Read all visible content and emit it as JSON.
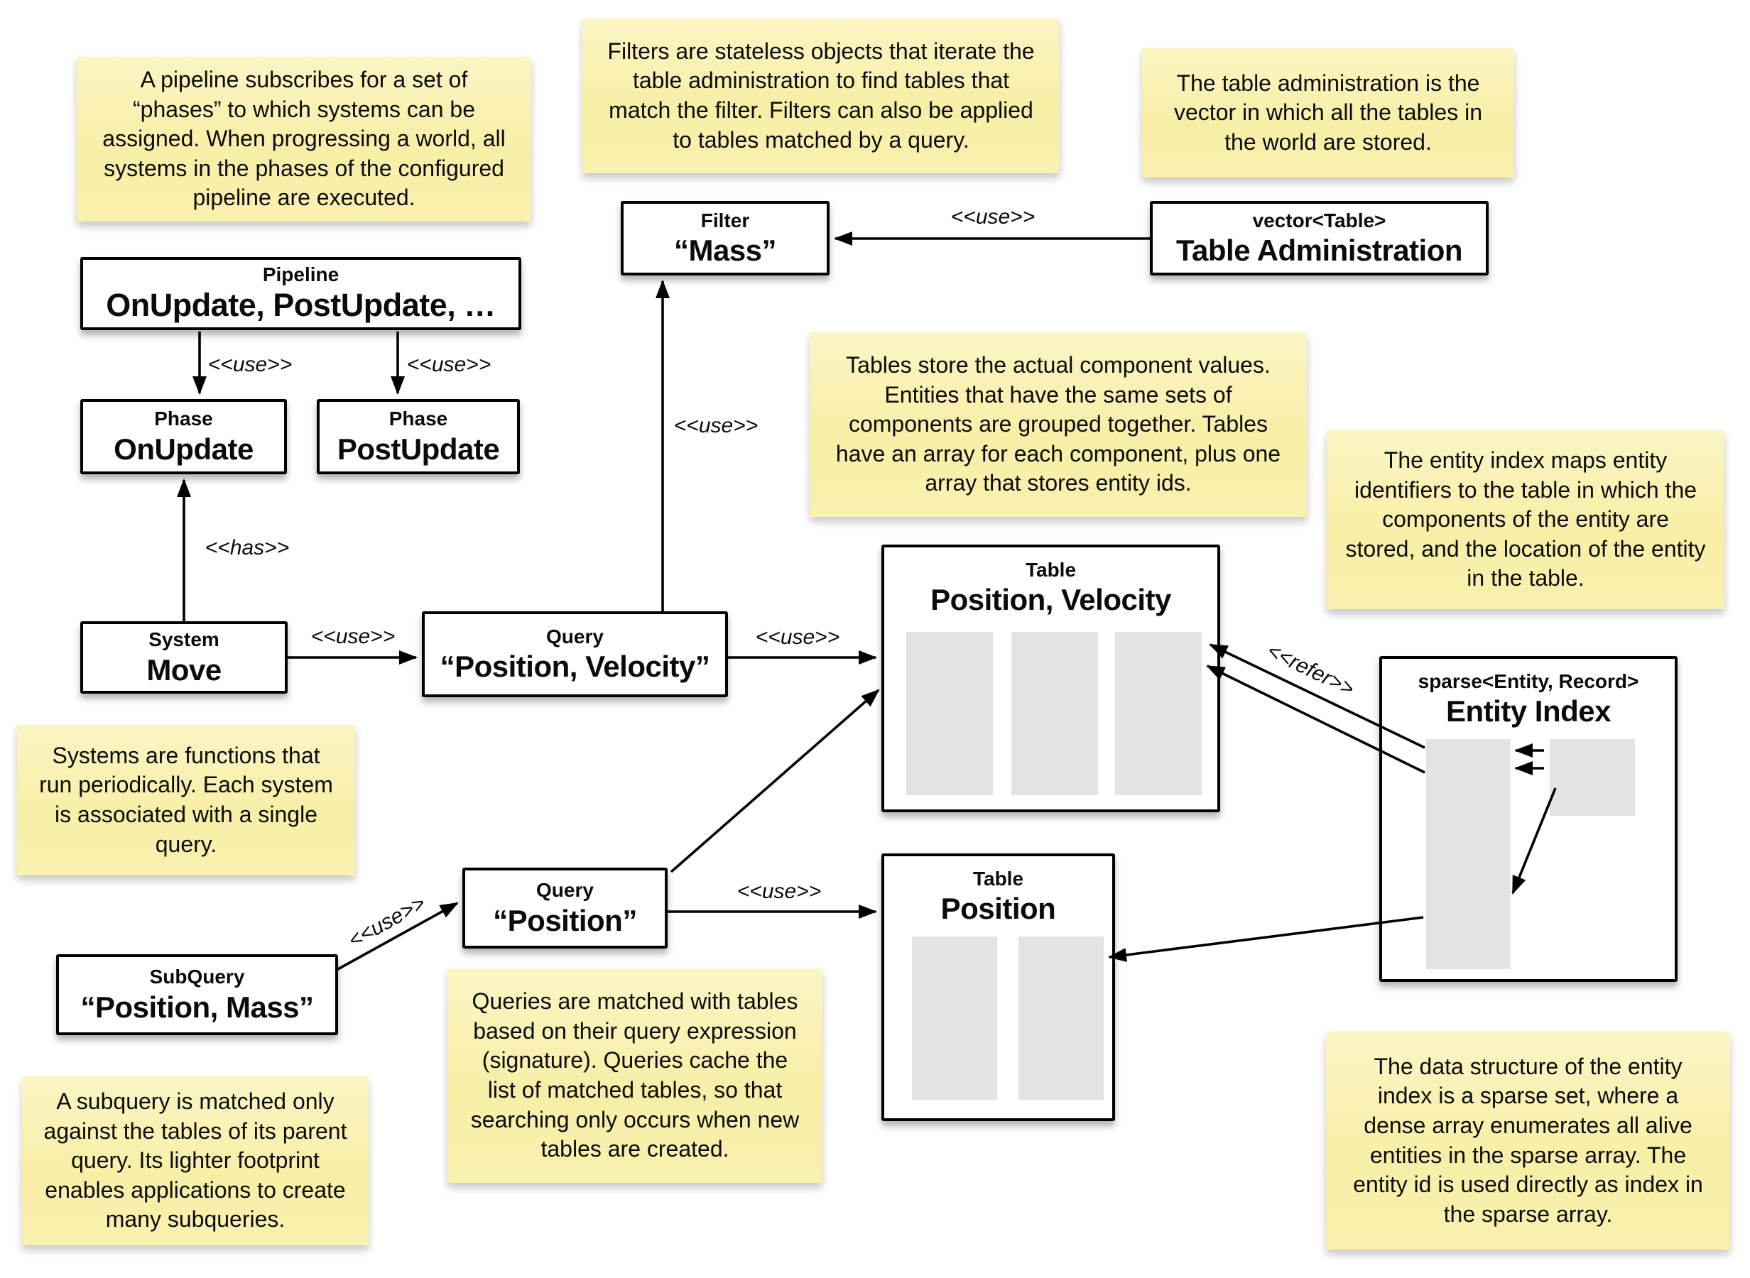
{
  "notes": {
    "pipeline": "A pipeline subscribes for a set of “phases” to which systems can be assigned. When progressing a world, all systems in the phases of the configured pipeline are executed.",
    "filters": "Filters are stateless objects that iterate the table administration to find tables that match the filter. Filters can also be applied to tables matched by a query.",
    "table_admin": "The table administration is the vector in which all the tables in the world are stored.",
    "tables": "Tables store the actual component values. Entities that have the same sets of components are grouped together. Tables have an array for each component, plus one array that stores entity ids.",
    "entity_index": "The entity index maps entity identifiers to the table in which the components of the entity are stored, and the location of the entity in the table.",
    "systems": "Systems are functions that run periodically. Each system is associated with a single query.",
    "queries": "Queries are matched with tables based on their query expression (signature). Queries cache the list of matched tables, so that searching only occurs when new tables are created.",
    "subquery": "A subquery is matched only against the tables of its parent query. Its lighter footprint enables applications to create many subqueries.",
    "data_structure": "The data structure of the entity index is a sparse set, where a dense array enumerates all alive entities in the sparse array. The entity id is used directly as index in the sparse array."
  },
  "boxes": {
    "pipeline": {
      "stereotype": "Pipeline",
      "name": "OnUpdate, PostUpdate, …"
    },
    "phase_onupdate": {
      "stereotype": "Phase",
      "name": "OnUpdate"
    },
    "phase_postupdate": {
      "stereotype": "Phase",
      "name": "PostUpdate"
    },
    "filter": {
      "stereotype": "Filter",
      "name": "“Mass”"
    },
    "table_admin": {
      "stereotype": "vector<Table>",
      "name": "Table Administration"
    },
    "system_move": {
      "stereotype": "System",
      "name": "Move"
    },
    "query_pv": {
      "stereotype": "Query",
      "name": "“Position, Velocity”"
    },
    "table_pv": {
      "stereotype": "Table",
      "name": "Position, Velocity"
    },
    "query_p": {
      "stereotype": "Query",
      "name": "“Position”"
    },
    "table_p": {
      "stereotype": "Table",
      "name": "Position"
    },
    "subquery": {
      "stereotype": "SubQuery",
      "name": "“Position, Mass”"
    },
    "entity_index": {
      "stereotype": "sparse<Entity, Record>",
      "name": "Entity Index"
    }
  },
  "labels": {
    "use": "<<use>>",
    "has": "<<has>>",
    "refer": "<<refer>>"
  },
  "colors": {
    "note_background": "#F8EFA6",
    "box_border": "#000000",
    "array_fill": "#E3E3E3",
    "line": "#000000"
  }
}
